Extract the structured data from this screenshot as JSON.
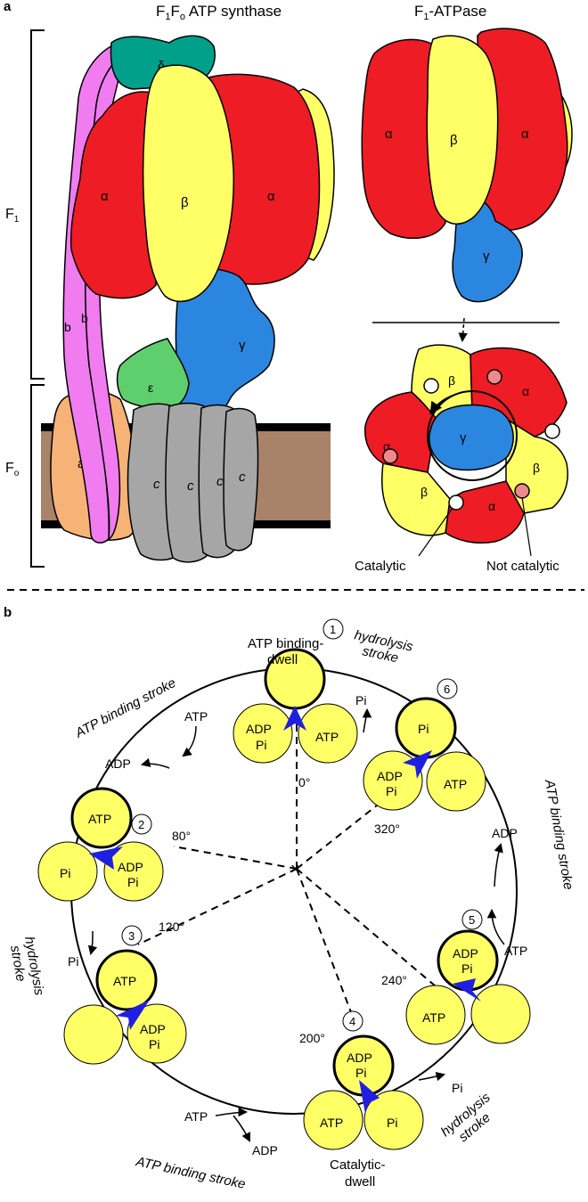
{
  "panel_a": {
    "label": "a",
    "title_left": {
      "main": "F",
      "sub1": "1",
      "mid": "F",
      "sub2": "o",
      "rest": " ATP synthase"
    },
    "title_right": {
      "main": "F",
      "sub1": "1",
      "rest": "-ATPase"
    },
    "bracket_f1": {
      "main": "F",
      "sub": "1"
    },
    "bracket_fo": {
      "main": "F",
      "sub": "o"
    },
    "subunits": {
      "delta": "δ",
      "alpha": "α",
      "beta": "β",
      "gamma": "γ",
      "epsilon": "ε",
      "b": "b",
      "a": "a",
      "c": "c"
    },
    "callout_catalytic": "Catalytic",
    "callout_not_catalytic": "Not catalytic",
    "colors": {
      "alpha": "#ee1c24",
      "beta": "#ffff66",
      "gamma": "#2b86e0",
      "delta": "#00a08a",
      "epsilon": "#5fcf6e",
      "b": "#f07cf0",
      "a": "#f7b377",
      "c": "#a6a6a6",
      "membrane": "#a9826a"
    }
  },
  "panel_b": {
    "label": "b",
    "top_label": [
      "ATP binding-",
      "dwell"
    ],
    "bottom_label": [
      "Catalytic-",
      "dwell"
    ],
    "stroke_hydrolysis": [
      "hydrolysis",
      "stroke"
    ],
    "stroke_binding": "ATP binding stroke",
    "atp": "ATP",
    "adp": "ADP",
    "pi": "Pi",
    "adp_pi": [
      "ADP",
      "Pi"
    ],
    "states": [
      "1",
      "2",
      "3",
      "4",
      "5",
      "6"
    ],
    "angles": [
      "0°",
      "80°",
      "120°",
      "200°",
      "240°",
      "320°"
    ],
    "colors": {
      "site": "#ffff66",
      "arrow": "#1f1fe0"
    }
  }
}
